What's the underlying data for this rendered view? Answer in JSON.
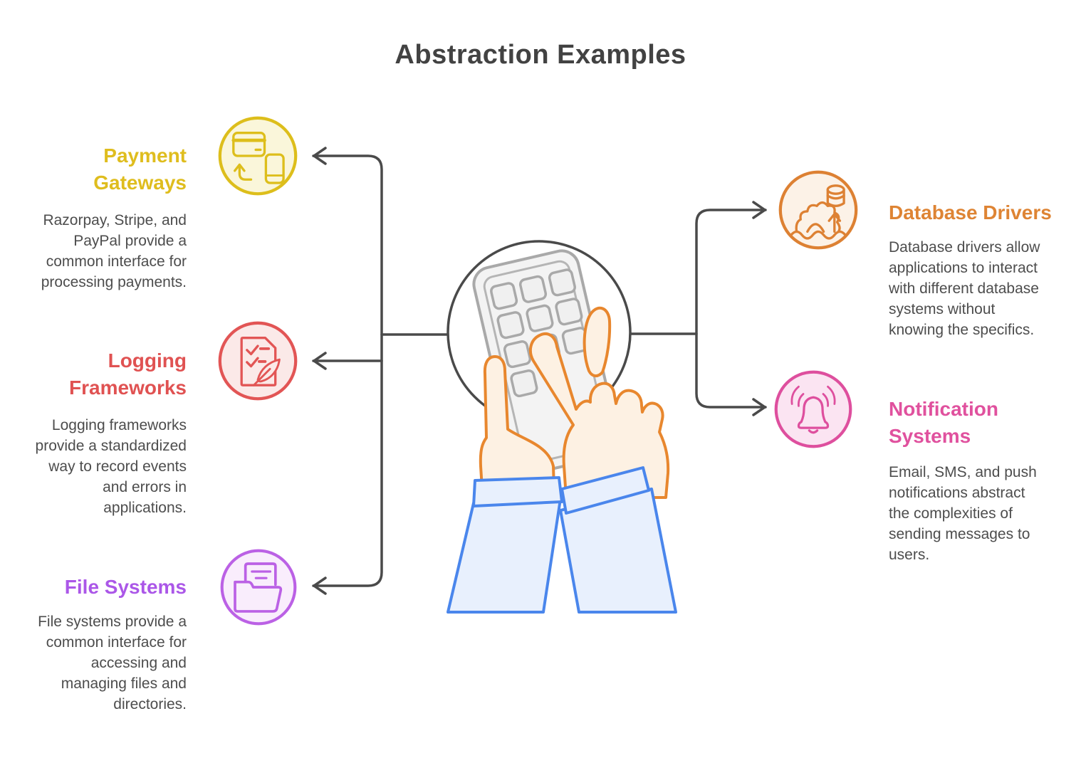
{
  "title": "Abstraction Examples",
  "sections": {
    "payment_gateways": {
      "title": [
        "Payment",
        "Gateways"
      ],
      "description": [
        "Razorpay, Stripe, and",
        "PayPal provide a",
        "common interface for",
        "processing payments."
      ],
      "color": "#DFBD1E",
      "icon": "card-phone-transfer-icon"
    },
    "logging_frameworks": {
      "title": [
        "Logging",
        "Frameworks"
      ],
      "description": [
        "Logging frameworks",
        "provide a standardized",
        "way to record events",
        "and errors in",
        "applications."
      ],
      "color": "#E05252",
      "icon": "checklist-quill-icon"
    },
    "file_systems": {
      "title": [
        "File Systems"
      ],
      "description": [
        "File systems provide a",
        "common interface for",
        "accessing and",
        "managing files and",
        "directories."
      ],
      "color": "#AB57E8",
      "icon": "open-folder-icon"
    },
    "database_drivers": {
      "title": [
        "Database Drivers"
      ],
      "description": [
        "Database drivers allow",
        "applications to interact",
        "with different database",
        "systems without",
        "knowing the specifics."
      ],
      "color": "#DE8434",
      "icon": "database-gear-icon"
    },
    "notification_systems": {
      "title": [
        "Notification",
        "Systems"
      ],
      "description": [
        "Email, SMS, and push",
        "notifications abstract",
        "the complexities of",
        "sending messages to",
        "users."
      ],
      "color": "#E0519E",
      "icon": "bell-icon"
    }
  },
  "center": {
    "illustration": "hands-tapping-phone"
  },
  "connector_color": "#4A4A4A"
}
